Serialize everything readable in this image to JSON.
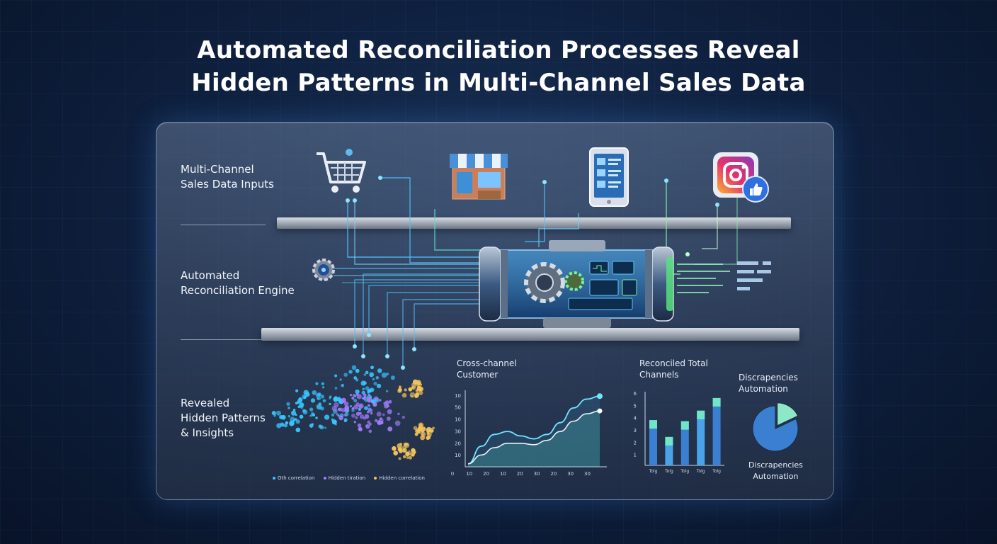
{
  "title": {
    "line1": "Automated Reconciliation Processes Reveal",
    "line2": "Hidden Patterns in Multi-Channel Sales Data"
  },
  "stages": {
    "inputs": {
      "line1": "Multi-Channel",
      "line2": "Sales Data Inputs"
    },
    "engine": {
      "line1": "Automated",
      "line2": "Reconciliation Engine"
    },
    "patterns": {
      "line1": "Revealed",
      "line2": "Hidden Patterns",
      "line3": "& Insights"
    }
  },
  "icons": [
    "shopping-cart-icon",
    "storefront-icon",
    "tablet-icon",
    "instagram-icon",
    "like-icon",
    "gear-icon"
  ],
  "legend": {
    "item1": "Oth correlation",
    "item2": "Hidden tiration",
    "item3": "Hidden correlation"
  },
  "colors": {
    "accent": "#38c6ff",
    "teal": "#5fe3c8",
    "purple": "#a57bff",
    "gold": "#f2c45a",
    "green": "#5ddc7a"
  },
  "chart_data": [
    {
      "type": "area",
      "title_line1": "Cross-channel",
      "title_line2": "Customer",
      "y_ticks": [
        "10",
        "20",
        "30",
        "10",
        "50",
        "10"
      ],
      "x_ticks": [
        "0",
        "10",
        "20",
        "10",
        "20",
        "30",
        "20",
        "30",
        "30"
      ],
      "x": [
        0,
        1,
        2,
        3,
        4,
        5,
        6,
        7,
        8,
        9,
        10
      ],
      "series": [
        {
          "values": [
            2,
            14,
            22,
            24,
            21,
            19,
            22,
            30,
            40,
            46,
            48
          ]
        },
        {
          "values": [
            2,
            8,
            13,
            16,
            16,
            15,
            18,
            24,
            31,
            36,
            38
          ]
        }
      ],
      "ylim": [
        0,
        52
      ]
    },
    {
      "type": "bar",
      "title_line1": "Reconciled Total",
      "title_line2": "Channels",
      "y_ticks": [
        "6",
        "5",
        "4",
        "3",
        "2",
        "1"
      ],
      "x_ticks": [
        "Tolg",
        "Tolg",
        "Tolg",
        "Tolg",
        "Tolg"
      ],
      "values": [
        4.3,
        2.7,
        4.2,
        5.2,
        6.4
      ],
      "ylim": [
        0,
        7
      ]
    },
    {
      "type": "pie",
      "title_line1": "Discrapencies",
      "title_line2": "Automation",
      "footer_line1": "Discrapencies",
      "footer_line2": "Automation",
      "values": [
        82,
        18
      ]
    }
  ]
}
